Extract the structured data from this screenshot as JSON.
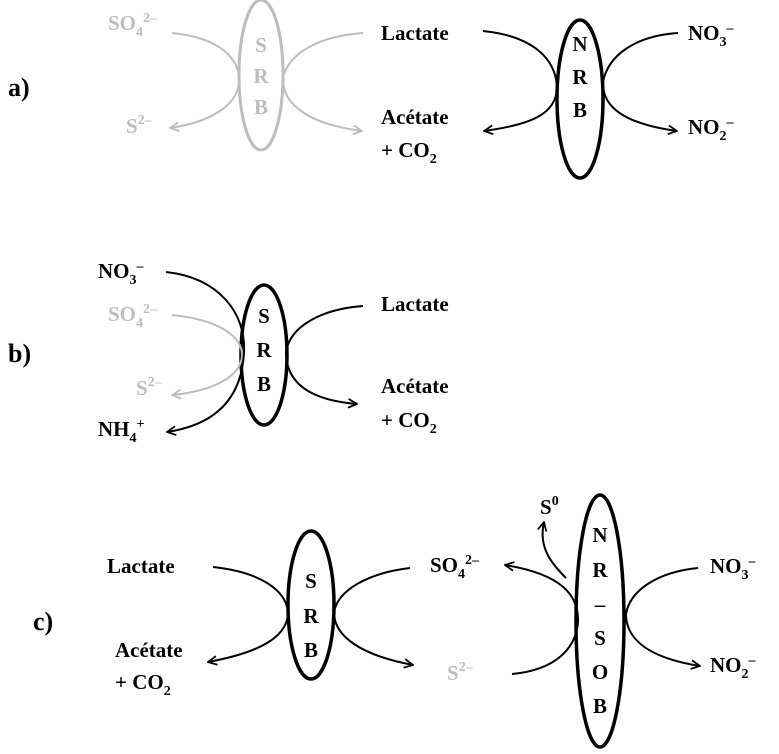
{
  "colors": {
    "dark": "#000000",
    "light": "#bdbdbd"
  },
  "panels": [
    {
      "label": "a)",
      "organisms": [
        {
          "letters": [
            "S",
            "R",
            "B"
          ],
          "tone": "light"
        },
        {
          "letters": [
            "N",
            "R",
            "B"
          ],
          "tone": "dark"
        }
      ],
      "species": {
        "so4": {
          "base": "SO",
          "sub": "4",
          "sup": "2–"
        },
        "s2": {
          "base": "S",
          "sup": "2–"
        },
        "lactate": "Lactate",
        "acetate": "Acétate",
        "co2_prefix": "+ CO",
        "co2_sub": "2",
        "no3": {
          "base": "NO",
          "sub": "3",
          "sup": "–"
        },
        "no2": {
          "base": "NO",
          "sub": "2",
          "sup": "–"
        }
      }
    },
    {
      "label": "b)",
      "organisms": [
        {
          "letters": [
            "S",
            "R",
            "B"
          ],
          "tone": "dark"
        }
      ],
      "species": {
        "no3": {
          "base": "NO",
          "sub": "3",
          "sup": "–"
        },
        "so4": {
          "base": "SO",
          "sub": "4",
          "sup": "2–"
        },
        "s2": {
          "base": "S",
          "sup": "2–"
        },
        "nh4": {
          "base": "NH",
          "sub": "4",
          "sup": "+"
        },
        "lactate": "Lactate",
        "acetate": "Acétate",
        "co2_prefix": "+ CO",
        "co2_sub": "2"
      }
    },
    {
      "label": "c)",
      "organisms": [
        {
          "letters": [
            "S",
            "R",
            "B"
          ],
          "tone": "dark"
        },
        {
          "letters": [
            "N",
            "R",
            "–",
            "S",
            "O",
            "B"
          ],
          "tone": "dark"
        }
      ],
      "species": {
        "lactate": "Lactate",
        "acetate": "Acétate",
        "co2_prefix": "+ CO",
        "co2_sub": "2",
        "s0": {
          "base": "S",
          "sup": "0"
        },
        "so4": {
          "base": "SO",
          "sub": "4",
          "sup": "2–"
        },
        "s2": {
          "base": "S",
          "sup": "2–"
        },
        "no3": {
          "base": "NO",
          "sub": "3",
          "sup": "–"
        },
        "no2": {
          "base": "NO",
          "sub": "2",
          "sup": "–"
        }
      }
    }
  ]
}
